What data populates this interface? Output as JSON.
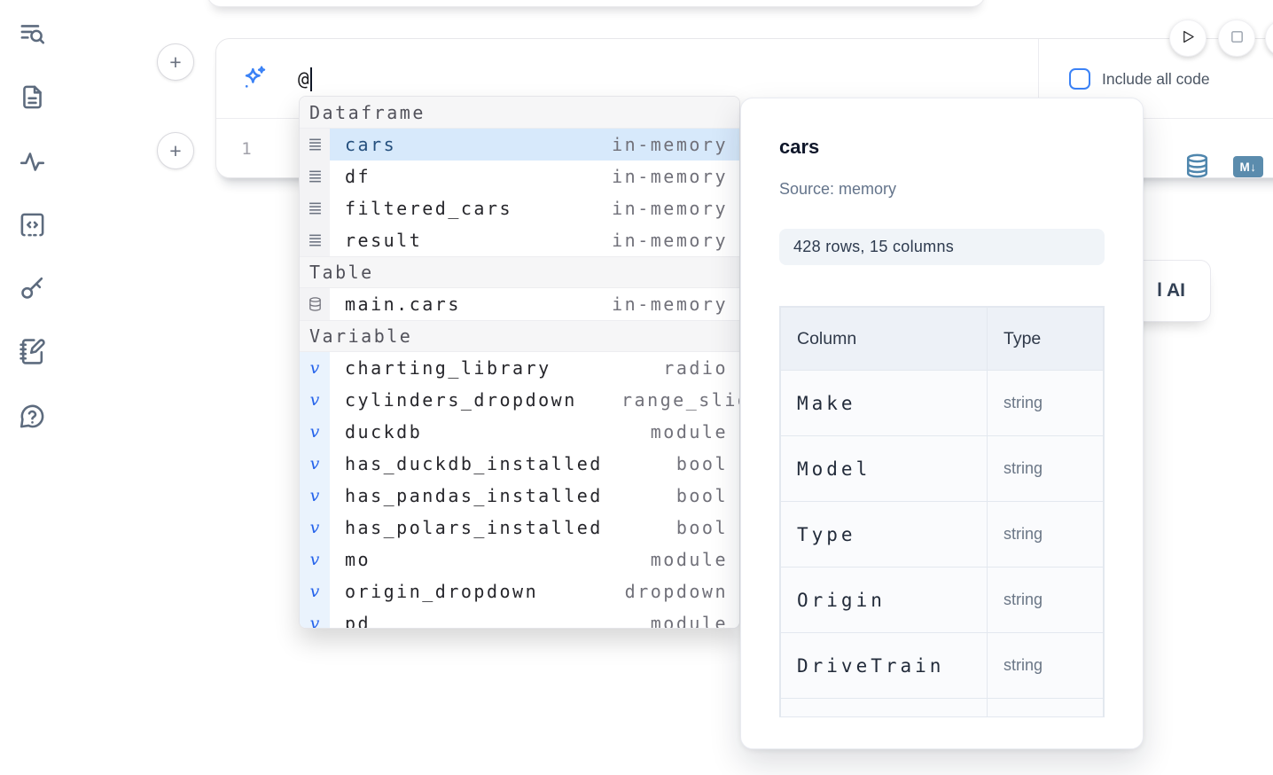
{
  "colors": {
    "accent_blue": "#3b82f6",
    "steel_blue": "#5b8cad",
    "selected_row_bg": "#d7e9fb",
    "selected_row_text": "#25507e",
    "sidebar_icon": "#5d6b7e"
  },
  "icons": {
    "sidebar": [
      "list-search-icon",
      "file-text-icon",
      "activity-icon",
      "code-square-dashed-icon",
      "key-icon",
      "notebook-pen-icon",
      "help-bubble-icon"
    ],
    "sparkle-icon": "✦",
    "run-icon": "▷",
    "stop-icon": "□",
    "database-icon": "⛁",
    "markdown-icon": "M↓",
    "rows-icon": "≣",
    "variable-icon": "v"
  },
  "add_cell": {
    "label": "+"
  },
  "prompt": {
    "value": "@"
  },
  "controls": {
    "include_all_code_label": "Include all code"
  },
  "editor": {
    "line_number": "1"
  },
  "cell_actions": {
    "markdown_badge": "M↓"
  },
  "autocomplete": {
    "sections": [
      {
        "label": "Dataframe",
        "items": [
          {
            "name": "cars",
            "type": "in-memory",
            "icon": "rows-icon",
            "selected": true
          },
          {
            "name": "df",
            "type": "in-memory",
            "icon": "rows-icon"
          },
          {
            "name": "filtered_cars",
            "type": "in-memory",
            "icon": "rows-icon"
          },
          {
            "name": "result",
            "type": "in-memory",
            "icon": "rows-icon"
          }
        ]
      },
      {
        "label": "Table",
        "items": [
          {
            "name": "main.cars",
            "type": "in-memory",
            "icon": "database-icon"
          }
        ]
      },
      {
        "label": "Variable",
        "items": [
          {
            "name": "charting_library",
            "type": "radio",
            "icon": "variable-icon"
          },
          {
            "name": "cylinders_dropdown",
            "type": "range_slider",
            "icon": "variable-icon",
            "clipped_type": true
          },
          {
            "name": "duckdb",
            "type": "module",
            "icon": "variable-icon"
          },
          {
            "name": "has_duckdb_installed",
            "type": "bool",
            "icon": "variable-icon"
          },
          {
            "name": "has_pandas_installed",
            "type": "bool",
            "icon": "variable-icon"
          },
          {
            "name": "has_polars_installed",
            "type": "bool",
            "icon": "variable-icon"
          },
          {
            "name": "mo",
            "type": "module",
            "icon": "variable-icon"
          },
          {
            "name": "origin_dropdown",
            "type": "dropdown",
            "icon": "variable-icon"
          },
          {
            "name": "pd",
            "type": "module",
            "icon": "variable-icon",
            "clipped_row": true
          }
        ]
      }
    ]
  },
  "preview": {
    "title": "cars",
    "source_label": "Source: memory",
    "shape_badge": "428 rows, 15 columns",
    "table": {
      "col_header": "Column",
      "type_header": "Type",
      "rows": [
        {
          "column": "Make",
          "type": "string"
        },
        {
          "column": "Model",
          "type": "string"
        },
        {
          "column": "Type",
          "type": "string"
        },
        {
          "column": "Origin",
          "type": "string"
        },
        {
          "column": "DriveTrain",
          "type": "string"
        }
      ]
    }
  },
  "ai_button": {
    "visible_text": "l AI"
  }
}
